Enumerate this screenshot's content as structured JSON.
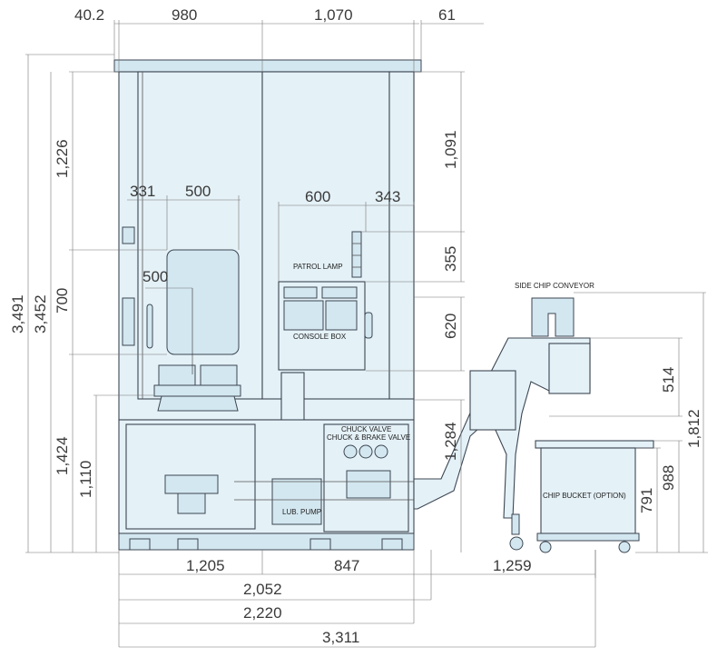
{
  "colors": {
    "machine_fill": "#e4f1f7",
    "outline": "#3c4652",
    "dimension_text": "#3a3a3a"
  },
  "dimensions": {
    "top_left_offset": "40.2",
    "top_980": "980",
    "top_1070": "1,070",
    "top_61": "61",
    "door_331": "331",
    "door_500_width": "500",
    "door_500_height": "500",
    "console_600": "600",
    "console_343": "343",
    "left_1226": "1,226",
    "left_700": "700",
    "left_1424": "1,424",
    "left_1110": "1,110",
    "overall_3491": "3,491",
    "overall_3452": "3,452",
    "right_1091": "1,091",
    "right_355": "355",
    "right_620": "620",
    "right_1284": "1,284",
    "conveyor_514": "514",
    "conveyor_1812": "1,812",
    "bucket_988": "988",
    "bucket_791": "791",
    "bottom_1205": "1,205",
    "bottom_847": "847",
    "bottom_1259": "1,259",
    "bottom_2052": "2,052",
    "bottom_2220": "2,220",
    "bottom_3311": "3,311"
  },
  "labels": {
    "patrol_lamp": "PATROL LAMP",
    "console_box": "CONSOLE BOX",
    "chuck_valve": "CHUCK VALVE",
    "chuck_brake_valve": "CHUCK & BRAKE VALVE",
    "lub_pump": "LUB. PUMP",
    "side_chip_conveyor": "SIDE CHIP CONVEYOR",
    "chip_bucket": "CHIP BUCKET (OPTION)"
  }
}
